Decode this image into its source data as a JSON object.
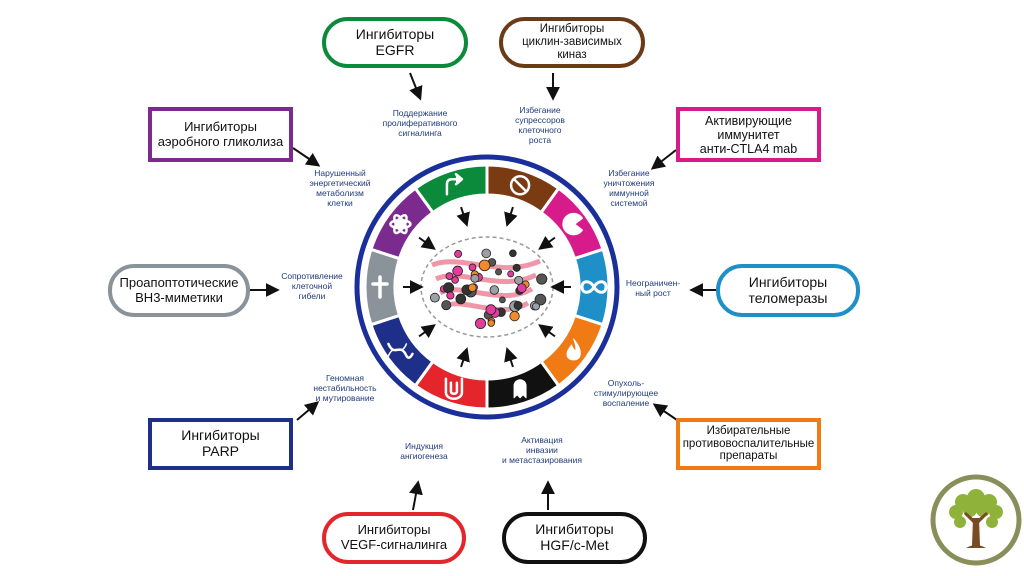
{
  "drugs": {
    "egfr": [
      "Ингибиторы",
      "EGFR"
    ],
    "cdk": [
      "Ингибиторы",
      "циклин-зависимых",
      "киназ"
    ],
    "glycolysis": [
      "Ингибиторы",
      "аэробного гликолиза"
    ],
    "ctla4": [
      "Активирующие",
      "иммунитет",
      "анти-CTLA4 mab"
    ],
    "bh3": [
      "Проапоптотические",
      "BH3-миметики"
    ],
    "telomerase": [
      "Ингибиторы",
      "теломеразы"
    ],
    "parp": [
      "Ингибиторы",
      "PARP"
    ],
    "antiinflam": [
      "Избирательные",
      "противовоспалительные",
      "препараты"
    ],
    "vegf": [
      "Ингибиторы",
      "VEGF-сигналинга"
    ],
    "hgf": [
      "Ингибиторы",
      "HGF/c-Met"
    ]
  },
  "hallmarks": {
    "proliferative": [
      "Поддержание",
      "пролиферативного",
      "сигналинга"
    ],
    "suppressors": [
      "Избегание",
      "супрессоров",
      "клеточного",
      "роста"
    ],
    "metabolism": [
      "Нарушенный",
      "энергетический",
      "метаболизм",
      "клетки"
    ],
    "immune": [
      "Избегание",
      "уничтожения",
      "иммунной",
      "системой"
    ],
    "death": [
      "Сопротивление",
      "клеточной",
      "гибели"
    ],
    "replicative": [
      "Неограничен-",
      "ный рост"
    ],
    "genome": [
      "Геномная",
      "нестабильность",
      "и мутирование"
    ],
    "inflammation": [
      "Опухоль-",
      "стимулирующее",
      "воспаление"
    ],
    "angiogenesis": [
      "Индукция",
      "ангиогенеза"
    ],
    "invasion": [
      "Активация",
      "инвазии",
      "и метастазирования"
    ]
  },
  "colors": {
    "proliferative": "#0a8a3a",
    "suppressors": "#7a3a12",
    "immune": "#d81b8a",
    "replicative": "#1f8fc8",
    "inflammation": "#f07a14",
    "invasion": "#111111",
    "angiogenesis": "#e4262c",
    "genome": "#1e2f8a",
    "death": "#8a939a",
    "metabolism": "#7b2a8e",
    "ring_border": "#1a2f9a",
    "label_text": "#1f3a7a"
  },
  "icons": {
    "proliferative": "bent-arrow-icon",
    "suppressors": "no-entry-icon",
    "immune": "pacman-icon",
    "replicative": "infinity-icon",
    "inflammation": "flame-icon",
    "invasion": "ghost-icon",
    "angiogenesis": "vessel-icon",
    "genome": "dna-icon",
    "death": "cross-icon",
    "metabolism": "atom-icon"
  }
}
